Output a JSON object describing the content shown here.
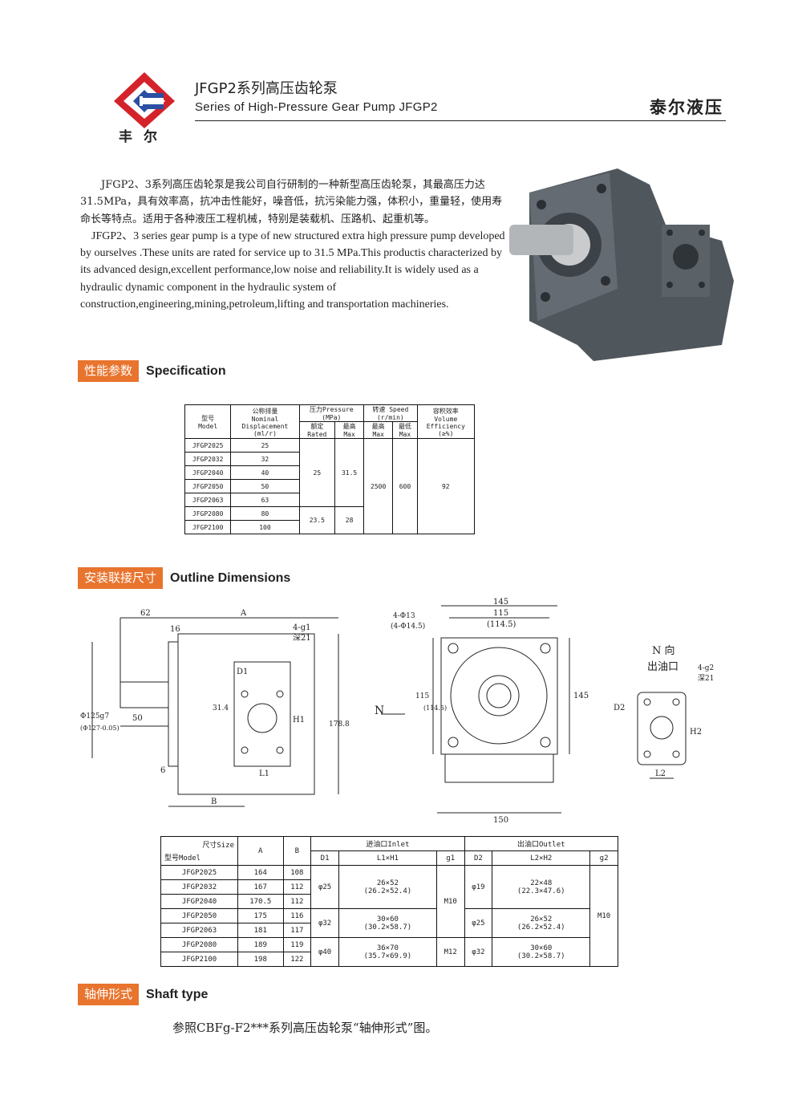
{
  "header": {
    "logo_text": "丰尔",
    "title_cn": "JFGP2系列高压齿轮泵",
    "title_en": "Series of High-Pressure Gear Pump JFGP2",
    "brand": "泰尔液压"
  },
  "intro": {
    "cn": "JFGP2、3系列高压齿轮泵是我公司自行研制的一种新型高压齿轮泵，其最高压力达31.5MPa，具有效率高，抗冲击性能好，噪音低，抗污染能力强，体积小，重量轻，使用寿命长等特点。适用于各种液压工程机械，特别是装载机、压路机、起重机等。",
    "en": "JFGP2、3 series gear pump is a type of new structured extra high pressure pump developed by ourselves .These units are rated for service up to 31.5 MPa.This productis characterized by its advanced design,excellent performance,low noise and reliability.It is widely used as a hydraulic dynamic component in the hydraulic system of construction,engineering,mining,petroleum,lifting and transportation machineries."
  },
  "sections": {
    "spec": {
      "cn": "性能参数",
      "en": "Specification"
    },
    "outline": {
      "cn": "安装联接尺寸",
      "en": "Outline Dimensions"
    },
    "shaft": {
      "cn": "轴伸形式",
      "en": "Shaft type"
    }
  },
  "spec_table": {
    "h_model": "型号\nModel",
    "h_disp": "公称排量\nNominal\nDisplacement\n(ml/r)",
    "h_pressure": "压力Pressure\n(MPa)",
    "h_speed": "转速  Speed\n(r/min)",
    "h_eff": "容积效率\nVolume\nEfficiency\n(≥%)",
    "h_rated": "额定\nRated",
    "h_pmax": "最高\nMax",
    "h_smax": "最高\nMax",
    "h_smin": "最低\nMax",
    "rows": [
      [
        "JFGP2025",
        "25"
      ],
      [
        "JFGP2032",
        "32"
      ],
      [
        "JFGP2040",
        "40"
      ],
      [
        "JFGP2050",
        "50"
      ],
      [
        "JFGP2063",
        "63"
      ],
      [
        "JFGP2080",
        "80"
      ],
      [
        "JFGP2100",
        "100"
      ]
    ],
    "rated_a": "25",
    "max_a": "31.5",
    "rated_b": "23.5",
    "max_b": "28",
    "speed_max": "2500",
    "speed_min": "600",
    "eff": "92"
  },
  "drawing_labels": {
    "d62": "62",
    "dA": "A",
    "d16": "16",
    "d4g1": "4-g1",
    "d_deep21": "深21",
    "dD1": "D1",
    "dphi125": "Φ125g7",
    "dphi127": "(Φ127-0.05)",
    "dB": "B",
    "d50": "50",
    "d6": "6",
    "d31_4": "31.4",
    "dH1": "H1",
    "d178": "178.8",
    "dL1": "L1",
    "d145top": "145",
    "d115": "115",
    "d114_5": "(114.5)",
    "d4phi13": "4-Φ13",
    "d4phi14": "(4-Φ14.5)",
    "dN": "N",
    "d115v": "115",
    "d114_5v": "(114.5)",
    "d145r": "145",
    "d150": "150",
    "dNdir": "N 向",
    "dOutlet": "出油口",
    "d4g2": "4-g2",
    "d_deep21b": "深21",
    "dD2": "D2",
    "dH2": "H2",
    "dL2": "L2"
  },
  "dim_table": {
    "h_size": "尺寸Size",
    "h_model": "型号Model",
    "h_A": "A",
    "h_B": "B",
    "h_inlet": "进油口Inlet",
    "h_outlet": "出油口Outlet",
    "h_D1": "D1",
    "h_L1H1": "L1×H1",
    "h_g1": "g1",
    "h_D2": "D2",
    "h_L2H2": "L2×H2",
    "h_g2": "g2",
    "rows": [
      [
        "JFGP2025",
        "164",
        "108"
      ],
      [
        "JFGP2032",
        "167",
        "112"
      ],
      [
        "JFGP2040",
        "170.5",
        "112"
      ],
      [
        "JFGP2050",
        "175",
        "116"
      ],
      [
        "JFGP2063",
        "181",
        "117"
      ],
      [
        "JFGP2080",
        "189",
        "119"
      ],
      [
        "JFGP2100",
        "198",
        "122"
      ]
    ],
    "D1_a": "φ25",
    "LH1_a": "26×52\n(26.2×52.4)",
    "D1_b": "φ32",
    "LH1_b": "30×60\n(30.2×58.7)",
    "D1_c": "φ40",
    "LH1_c": "36×70\n(35.7×69.9)",
    "g1_a": "M10",
    "g1_b": "M12",
    "D2_a": "φ19",
    "LH2_a": "22×48\n(22.3×47.6)",
    "D2_b": "φ25",
    "LH2_b": "26×52\n(26.2×52.4)",
    "D2_c": "φ32",
    "LH2_c": "30×60\n(30.2×58.7)",
    "g2": "M10"
  },
  "shaft_note": "参照CBFg-F2***系列高压齿轮泵“轴伸形式”图。",
  "colors": {
    "accent": "#e8742e",
    "logo_red": "#d4232b",
    "logo_blue": "#2a4fa3"
  }
}
